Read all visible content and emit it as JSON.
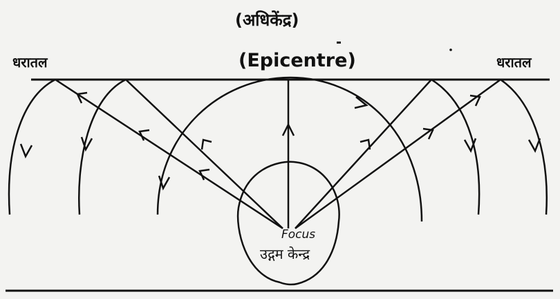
{
  "title_hindi": "(अधिकेंद्र)",
  "title_english": "(Epicentre)",
  "surface_label_left": "धरातल",
  "surface_label_right": "धरातल",
  "focus_english": "Focus",
  "focus_hindi": "उद्गम केन्द्र"
}
